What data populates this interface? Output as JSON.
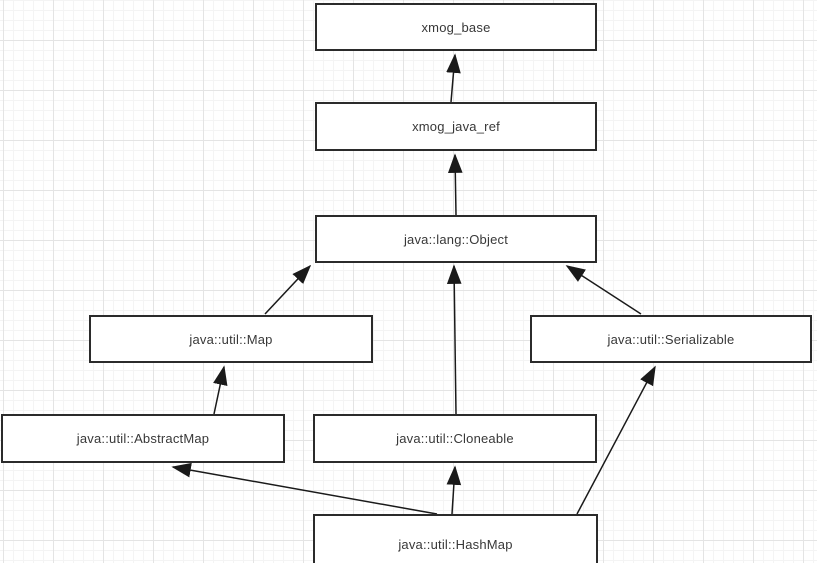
{
  "diagram": {
    "type": "class-inheritance-diagram",
    "nodes": [
      {
        "id": "xmog-base",
        "label": "xmog_base"
      },
      {
        "id": "xmog-java-ref",
        "label": "xmog_java_ref"
      },
      {
        "id": "java-lang-object",
        "label": "java::lang::Object"
      },
      {
        "id": "java-util-map",
        "label": "java::util::Map"
      },
      {
        "id": "java-util-serializable",
        "label": "java::util::Serializable"
      },
      {
        "id": "java-util-abstractmap",
        "label": "java::util::AbstractMap"
      },
      {
        "id": "java-util-cloneable",
        "label": "java::util::Cloneable"
      },
      {
        "id": "java-util-hashmap",
        "label": "java::util::HashMap"
      }
    ],
    "edges": [
      {
        "from": "xmog-java-ref",
        "to": "xmog-base"
      },
      {
        "from": "java-lang-object",
        "to": "xmog-java-ref"
      },
      {
        "from": "java-util-map",
        "to": "java-lang-object"
      },
      {
        "from": "java-util-cloneable",
        "to": "java-lang-object"
      },
      {
        "from": "java-util-serializable",
        "to": "java-lang-object"
      },
      {
        "from": "java-util-abstractmap",
        "to": "java-util-map"
      },
      {
        "from": "java-util-hashmap",
        "to": "java-util-abstractmap"
      },
      {
        "from": "java-util-hashmap",
        "to": "java-util-cloneable"
      },
      {
        "from": "java-util-hashmap",
        "to": "java-util-serializable"
      }
    ],
    "colors": {
      "background": "#ffffff",
      "node_fill": "#ffffff",
      "node_border": "#2b2b2b",
      "edge": "#1a1a1a",
      "grid_major": "#e4e4e4",
      "grid_minor": "#f4f4f4",
      "text": "#383838"
    }
  }
}
